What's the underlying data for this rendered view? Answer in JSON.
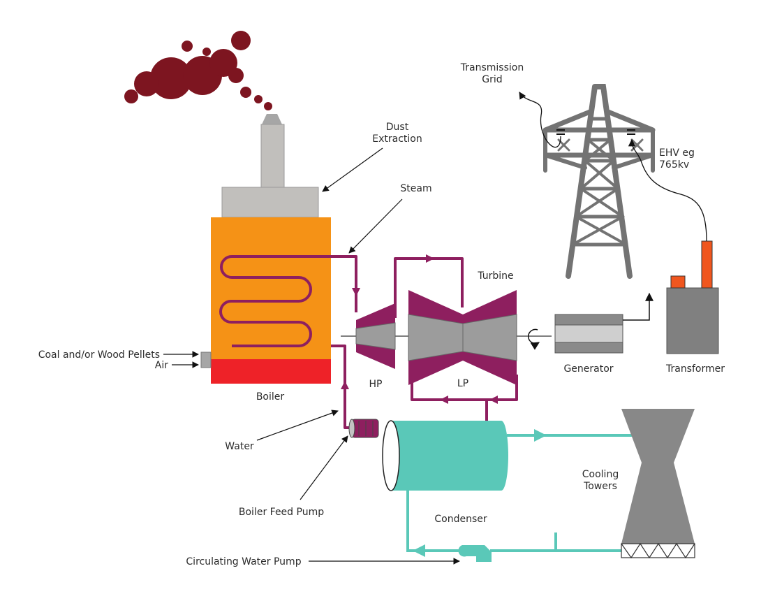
{
  "labels": {
    "transmission_grid_1": "Transmission",
    "transmission_grid_2": "Grid",
    "dust_extraction_1": "Dust",
    "dust_extraction_2": "Extraction",
    "ehv_1": "EHV eg",
    "ehv_2": "765kv",
    "steam": "Steam",
    "turbine": "Turbine",
    "coal": "Coal and/or Wood Pellets",
    "air": "Air",
    "boiler": "Boiler",
    "hp": "HP",
    "lp": "LP",
    "generator": "Generator",
    "transformer": "Transformer",
    "water": "Water",
    "cooling_towers_1": "Cooling",
    "cooling_towers_2": "Towers",
    "boiler_feed_pump": "Boiler Feed Pump",
    "condenser": "Condenser",
    "circulating_water_pump": "Circulating Water Pump"
  },
  "colors": {
    "steam_pipe": "#8e1f5f",
    "boiler_body": "#f59216",
    "furnace": "#ee2228",
    "smoke": "#7d1520",
    "cooling_water": "#5ac8b8",
    "tower_gray": "#888888",
    "pylon": "#737373",
    "transformer_orange": "#f0561e",
    "light_gray": "#c1bfbc"
  }
}
